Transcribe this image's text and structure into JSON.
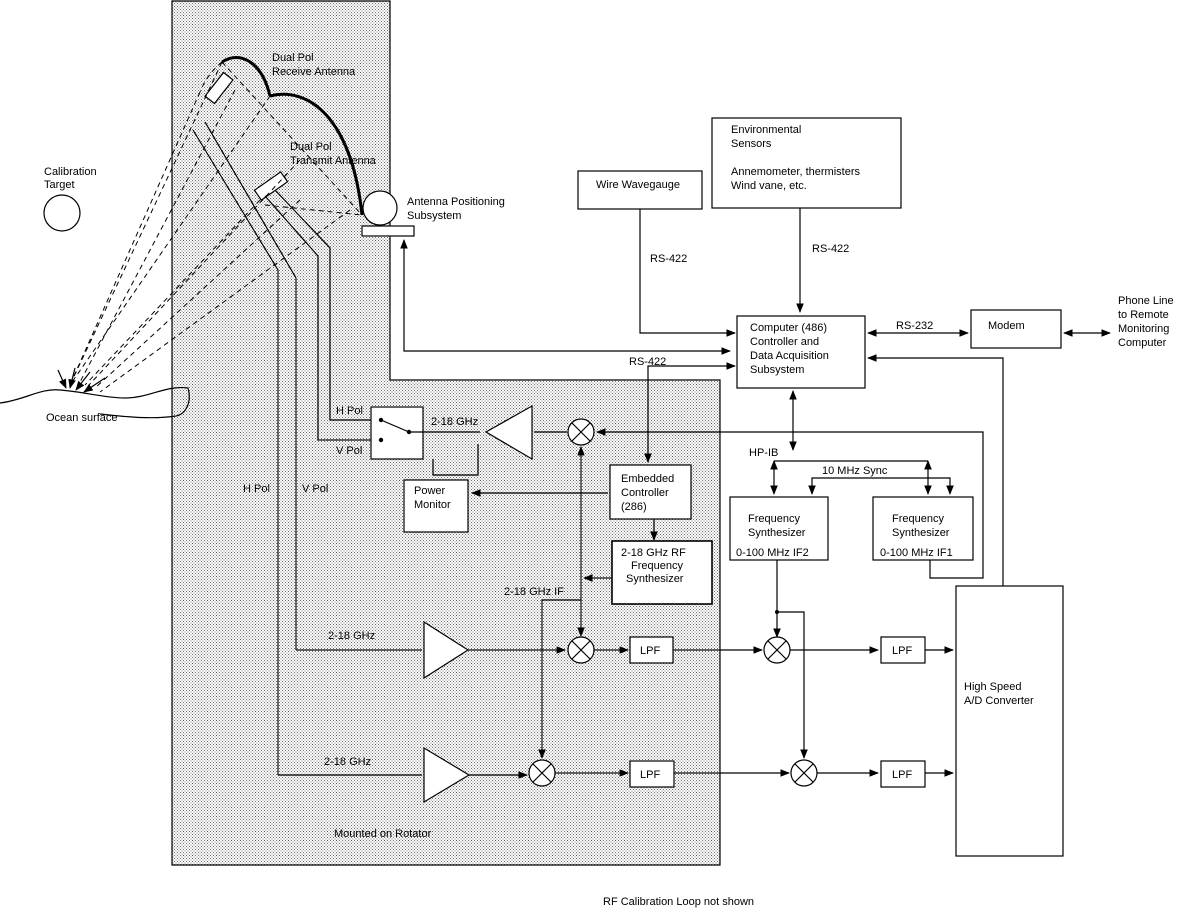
{
  "labels": {
    "receive_antenna": [
      "Dual Pol",
      "Receive Antenna"
    ],
    "transmit_antenna": [
      "Dual Pol",
      "Transmit Antenna"
    ],
    "calibration_target": [
      "Calibration",
      "Target"
    ],
    "antenna_positioning": [
      "Antenna Positioning",
      "Subsystem"
    ],
    "ocean_surface": "Ocean surface",
    "wire_wavegauge": "Wire Wavegauge",
    "environmental_sensors": [
      "Environmental",
      "Sensors",
      "",
      "Annemometer, thermisters",
      "Wind vane, etc."
    ],
    "rs422_wavegauge": "RS-422",
    "rs422_env": "RS-422",
    "rs422_embedded": "RS-422",
    "rs232": "RS-232",
    "computer": [
      "Computer (486)",
      "Controller and",
      "Data Acquisition",
      "Subsystem"
    ],
    "modem": "Modem",
    "phone_line": [
      "Phone Line",
      "to Remote",
      "Monitoring",
      "Computer"
    ],
    "h_pol_switch": "H Pol",
    "v_pol_switch": "V Pol",
    "tx_freq": "2-18 GHz",
    "power_monitor": [
      "Power",
      "Monitor"
    ],
    "embedded_controller": [
      "Embedded",
      "Controller",
      "(286)"
    ],
    "rf_synth": [
      "2-18 GHz RF",
      "Frequency",
      "Synthesizer"
    ],
    "if_label": "2-18 GHz IF",
    "h_pol_line": "H Pol",
    "v_pol_line": "V Pol",
    "rx_freq_top": "2-18 GHz",
    "rx_freq_bottom": "2-18 GHz",
    "lpf": "LPF",
    "hpib": "HP-IB",
    "sync": "10 MHz Sync",
    "synth_if2": [
      "Frequency",
      "Synthesizer",
      "0-100 MHz IF2"
    ],
    "synth_if1": [
      "Frequency",
      "Synthesizer",
      "0-100 MHz IF1"
    ],
    "adc": [
      "High Speed",
      "A/D Converter"
    ],
    "mounted": "Mounted on Rotator",
    "footnote": "RF Calibration Loop not shown"
  }
}
